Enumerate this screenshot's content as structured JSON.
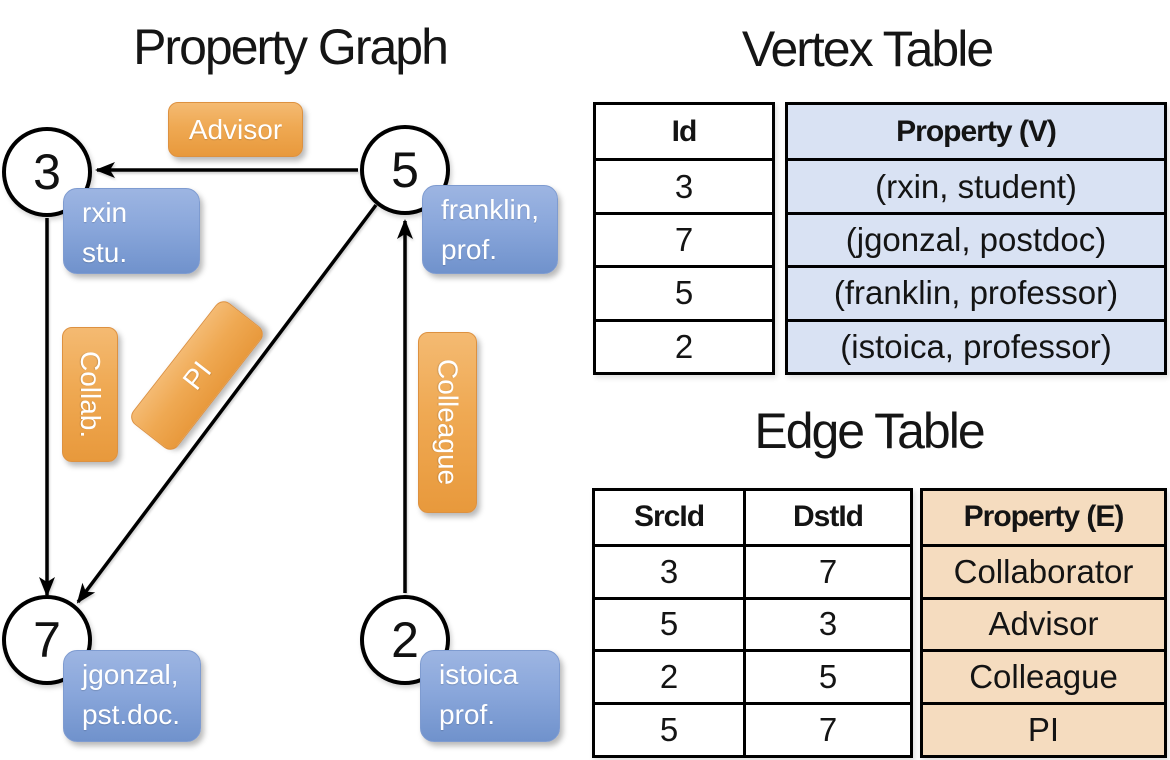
{
  "graph": {
    "title": "Property Graph",
    "nodes": [
      {
        "id": "3"
      },
      {
        "id": "5"
      },
      {
        "id": "7"
      },
      {
        "id": "2"
      }
    ],
    "vertex_labels": [
      {
        "line1": "rxin",
        "line2": "stu."
      },
      {
        "line1": "franklin,",
        "line2": "prof."
      },
      {
        "line1": "jgonzal,",
        "line2": "pst.doc."
      },
      {
        "line1": "istoica",
        "line2": "prof."
      }
    ],
    "edge_labels": [
      {
        "label": "Advisor"
      },
      {
        "label": "Collab."
      },
      {
        "label": "PI"
      },
      {
        "label": "Colleague"
      }
    ]
  },
  "vertex_table": {
    "title": "Vertex Table",
    "headers": {
      "id": "Id",
      "property": "Property (V)"
    },
    "rows": [
      {
        "id": "3",
        "property": "(rxin, student)"
      },
      {
        "id": "7",
        "property": "(jgonzal, postdoc)"
      },
      {
        "id": "5",
        "property": "(franklin, professor)"
      },
      {
        "id": "2",
        "property": "(istoica, professor)"
      }
    ]
  },
  "edge_table": {
    "title": "Edge Table",
    "headers": {
      "src": "SrcId",
      "dst": "DstId",
      "property": "Property (E)"
    },
    "rows": [
      {
        "src": "3",
        "dst": "7",
        "property": "Collaborator"
      },
      {
        "src": "5",
        "dst": "3",
        "property": "Advisor"
      },
      {
        "src": "2",
        "dst": "5",
        "property": "Colleague"
      },
      {
        "src": "5",
        "dst": "7",
        "property": "PI"
      }
    ]
  },
  "colors": {
    "edge_label_accent": "#EFA953",
    "vertex_label_accent": "#8AA7DB",
    "vertex_table_fill": "#D9E2F3",
    "edge_table_fill": "#F5DCBF",
    "line_color": "#000000"
  }
}
